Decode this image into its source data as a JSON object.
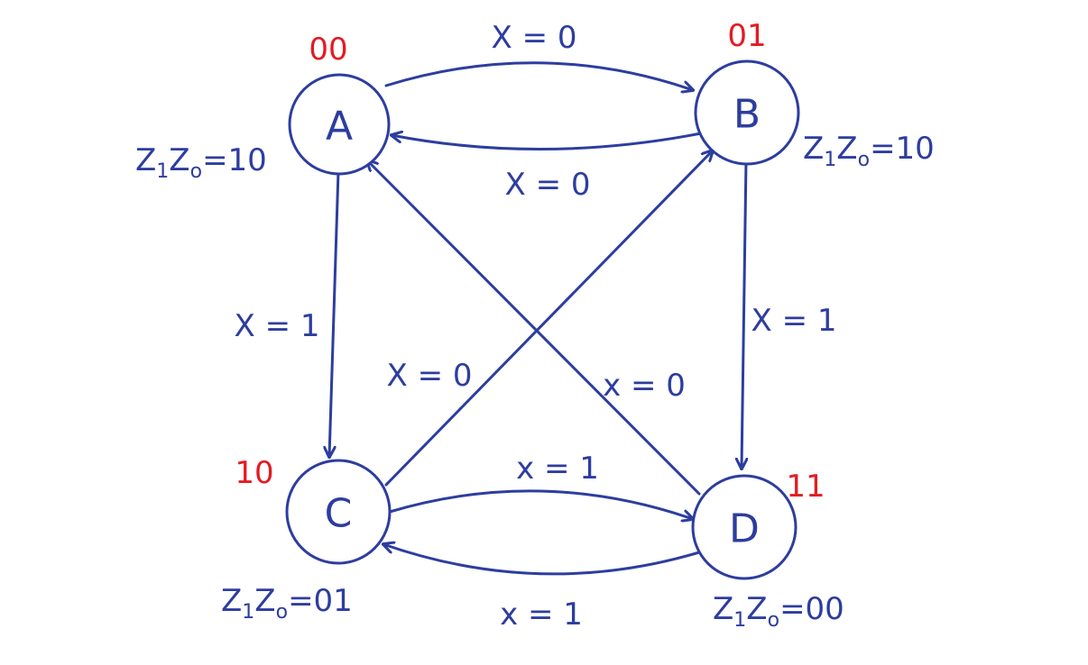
{
  "colors": {
    "ink": "#2d3d9f",
    "code": "#e31b23",
    "background": "#ffffff"
  },
  "states": [
    {
      "id": "A",
      "label": "A",
      "code": "00",
      "output": {
        "prefix": "Z",
        "sub1": "1",
        "mid": "Z",
        "sub2": "o",
        "value": "=10"
      }
    },
    {
      "id": "B",
      "label": "B",
      "code": "01",
      "output": {
        "prefix": "Z",
        "sub1": "1",
        "mid": "Z",
        "sub2": "o",
        "value": "=10"
      }
    },
    {
      "id": "C",
      "label": "C",
      "code": "10",
      "output": {
        "prefix": "Z",
        "sub1": "1",
        "mid": "Z",
        "sub2": "o",
        "value": "=01"
      }
    },
    {
      "id": "D",
      "label": "D",
      "code": "11",
      "output": {
        "prefix": "Z",
        "sub1": "1",
        "mid": "Z",
        "sub2": "o",
        "value": "=00"
      }
    }
  ],
  "transitions": [
    {
      "from": "A",
      "to": "B",
      "label": "X = 0"
    },
    {
      "from": "B",
      "to": "A",
      "label": "X = 0"
    },
    {
      "from": "A",
      "to": "C",
      "label": "X = 1"
    },
    {
      "from": "B",
      "to": "D",
      "label": "X = 1"
    },
    {
      "from": "C",
      "to": "B",
      "label": "X = 0"
    },
    {
      "from": "D",
      "to": "A",
      "label": "x = 0"
    },
    {
      "from": "C",
      "to": "D",
      "label": "x = 1"
    },
    {
      "from": "D",
      "to": "C",
      "label": "x = 1"
    }
  ]
}
